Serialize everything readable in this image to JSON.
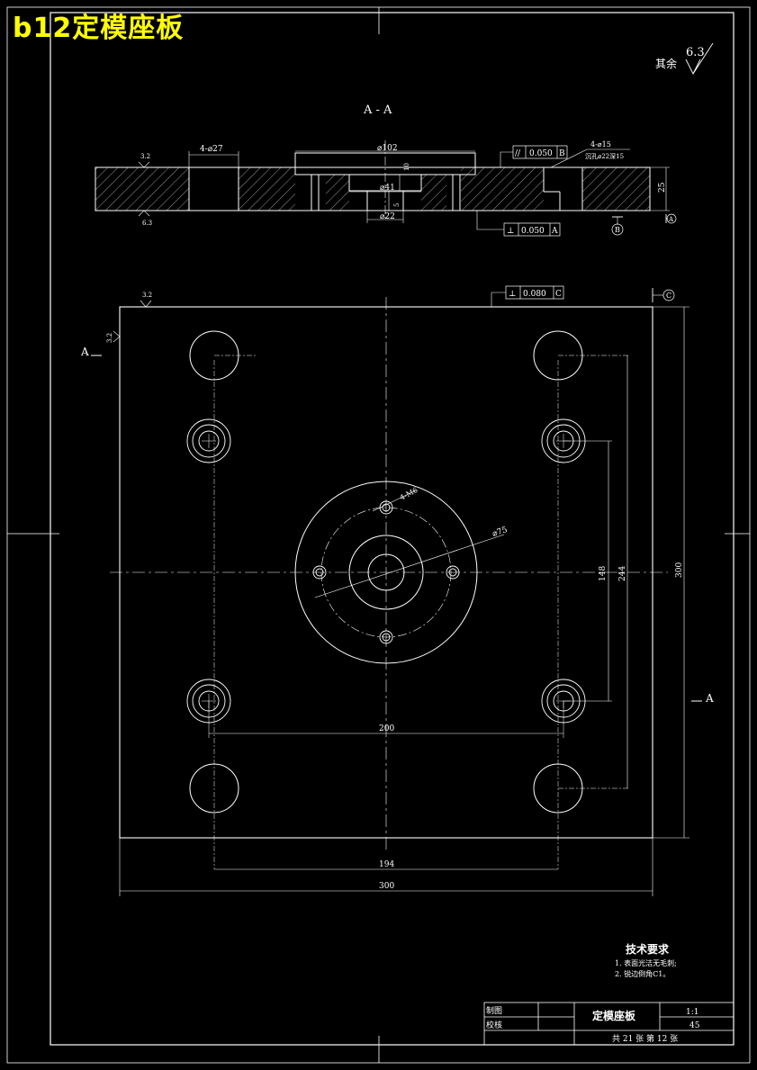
{
  "title_overlay": "b12定模座板",
  "roughness_default": {
    "prefix": "其余",
    "value": "6.3"
  },
  "section_label": "A - A",
  "section_view": {
    "dim_holes_4x27": "4-⌀27",
    "dim_102": "⌀102",
    "dim_41": "⌀41",
    "dim_22": "⌀22",
    "dim_10": "10",
    "dim_5": "5",
    "dim_thickness": "25",
    "hole_note_1": "4-⌀15",
    "hole_note_2": "沉孔⌀22深15",
    "roughness_top": "3.2",
    "roughness_bottom": "6.3",
    "parallel_tol": {
      "symbol": "//",
      "value": "0.050",
      "datum": "B"
    },
    "perp_tol": {
      "symbol": "⊥",
      "value": "0.050",
      "datum": "A"
    },
    "datum_b": "B",
    "datum_a": "A"
  },
  "plan_view": {
    "perp_tol": {
      "symbol": "⊥",
      "value": "0.080",
      "datum": "C"
    },
    "datum_c": "C",
    "roughness_top": "3.2",
    "roughness_side": "3.2",
    "cut_left": "A",
    "cut_right": "A",
    "dim_pcd": "⌀75",
    "dim_small_holes": "4-M6",
    "dim_width_inner": "200",
    "dim_width_outer": "194",
    "dim_width_total": "300",
    "dim_height_inner": "148",
    "dim_height_mid": "244",
    "dim_height_total": "300"
  },
  "tech_requirements": {
    "heading": "技术要求",
    "items": [
      "1. 表面光洁无毛刺;",
      "2. 锐边倒角C1。"
    ]
  },
  "title_block": {
    "drawn_by_label": "制图",
    "checked_by_label": "校核",
    "part_name": "定模座板",
    "scale": "1:1",
    "material": "45",
    "sheet_info": "共 21 张  第 12 张"
  }
}
